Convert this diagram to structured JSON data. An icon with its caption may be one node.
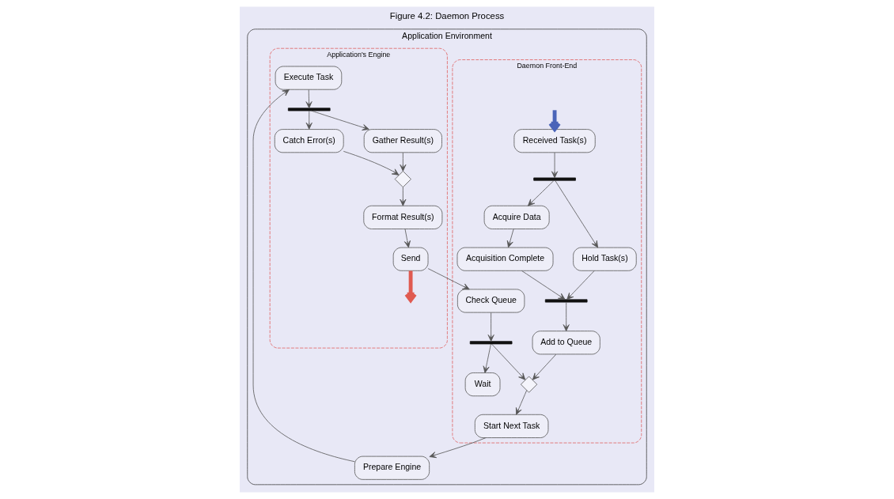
{
  "diagram": {
    "title": "Figure 4.2: Daemon Process",
    "nodes": [
      {
        "text": [
          "Application Environment"
        ]
      },
      {
        "text": [
          "Daemon Front-End"
        ],
        "in": 0
      },
      {
        "text": [
          "Application's Engine"
        ],
        "in": 0
      },
      {
        "text": [
          "Received Task(s)"
        ],
        "in": 1
      },
      {
        "text": [],
        "shape": "bar",
        "in": 1
      },
      {
        "text": [
          "Acquire Data"
        ],
        "in": 1
      },
      {
        "text": [
          "Hold Task(s)"
        ],
        "in": 1
      },
      {
        "text": [
          "Acquisition Complete"
        ],
        "in": 1
      },
      {
        "text": [],
        "shape": "bar",
        "in": 1
      },
      {
        "text": [
          "Add to Queue"
        ],
        "in": 1
      },
      {
        "text": [],
        "shape": "diamond",
        "in": 1
      },
      {
        "text": [
          "Start Next Task"
        ],
        "in": 1
      },
      {
        "text": [
          "Wait"
        ],
        "in": 1
      },
      {
        "text": [],
        "shape": "bar",
        "in": 1
      },
      {
        "text": [
          "Check Queue"
        ],
        "in": 1
      },
      {
        "text": [
          "Prepare Engine"
        ],
        "in": 0
      },
      {
        "text": [
          "Execute Task"
        ],
        "in": 2
      },
      {
        "text": [],
        "shape": "bar",
        "in": 2
      },
      {
        "text": [
          "Catch Error(s)"
        ],
        "in": 2
      },
      {
        "text": [
          "Gather Result(s)"
        ],
        "in": 2
      },
      {
        "text": [],
        "shape": "diamond",
        "in": 2
      },
      {
        "text": [
          "Format Result(s)"
        ],
        "in": 2
      },
      {
        "text": [
          "Send"
        ],
        "in": 2
      }
    ],
    "edges": [
      {
        "from": null,
        "to": 3,
        "arrow": "to",
        "style": "thick",
        "color": "#4a64b8"
      },
      {
        "from": 3,
        "to": 4,
        "arrow": "to"
      },
      {
        "from": 4,
        "to": 5,
        "arrow": "to"
      },
      {
        "from": 4,
        "to": 6,
        "arrow": "to"
      },
      {
        "from": 5,
        "to": 7,
        "arrow": "to"
      },
      {
        "from": 6,
        "to": 8,
        "arrow": "to"
      },
      {
        "from": 7,
        "to": 8,
        "arrow": "to"
      },
      {
        "from": 8,
        "to": 9,
        "arrow": "to"
      },
      {
        "from": 9,
        "to": 10,
        "arrow": "to"
      },
      {
        "from": 10,
        "to": 11,
        "arrow": "to"
      },
      {
        "from": 11,
        "to": 15,
        "arrow": "to"
      },
      {
        "from": 15,
        "to": 16,
        "arrow": "to"
      },
      {
        "from": 16,
        "to": 17,
        "arrow": "to"
      },
      {
        "from": 17,
        "to": 18,
        "arrow": "to"
      },
      {
        "from": 17,
        "to": 19,
        "arrow": "to"
      },
      {
        "from": 18,
        "to": 20,
        "arrow": "to"
      },
      {
        "from": 19,
        "to": 20,
        "arrow": "to"
      },
      {
        "from": 20,
        "to": 21,
        "arrow": "to"
      },
      {
        "from": 21,
        "to": 22,
        "arrow": "to"
      },
      {
        "from": 22,
        "to": 14,
        "arrow": "to"
      },
      {
        "from": 14,
        "to": 13,
        "arrow": "to"
      },
      {
        "from": 13,
        "to": 10,
        "arrow": "to"
      },
      {
        "from": 13,
        "to": 12,
        "arrow": "to"
      },
      {
        "from": 22,
        "to": null,
        "arrow": "to",
        "style": "thick",
        "color": "#e05a50"
      }
    ]
  }
}
